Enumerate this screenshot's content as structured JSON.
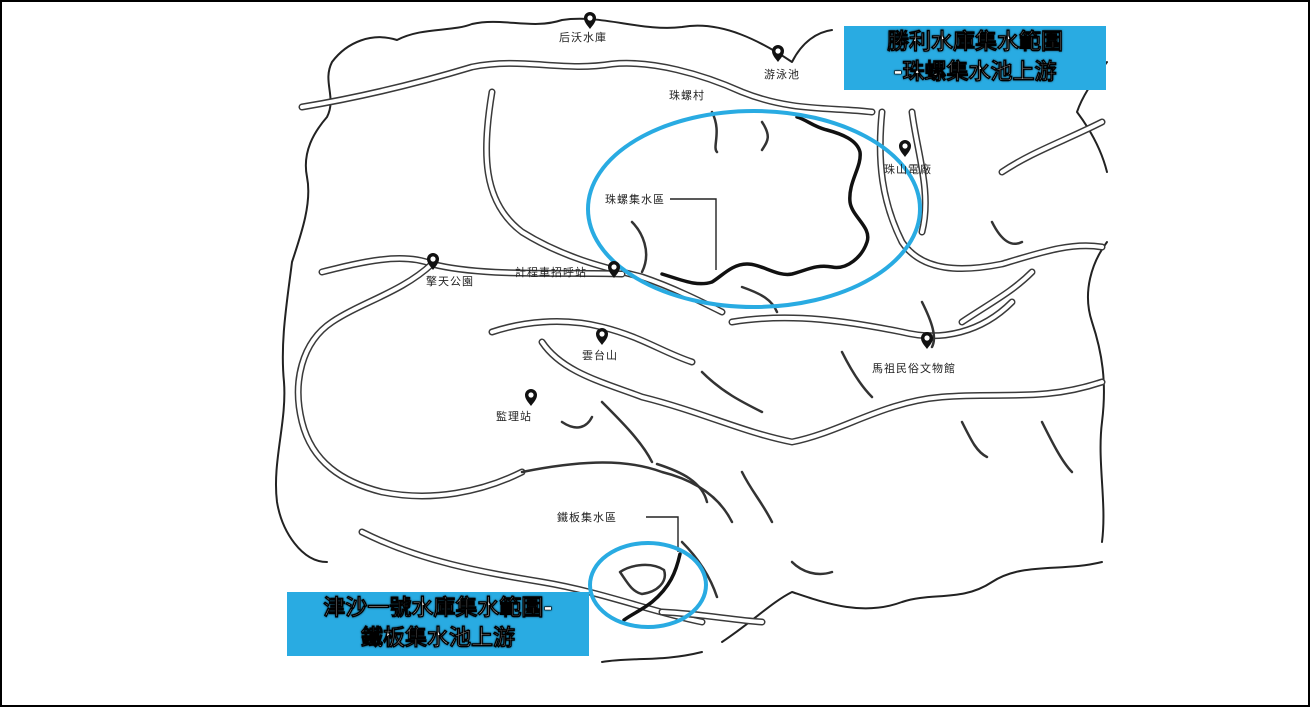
{
  "callouts": {
    "north": {
      "line1": "勝利水庫集水範圍",
      "line2": "-珠螺集水池上游"
    },
    "south": {
      "line1": "津沙一號水庫集水範圍-",
      "line2": "鐵板集水池上游"
    }
  },
  "places": {
    "houwo": "后沃水庫",
    "pool": "游泳池",
    "zhuluo_village": "珠螺村",
    "zhuluo_catchment": "珠螺集水區",
    "zhushan_power": "珠山電廠",
    "qintian_park": "擎天公園",
    "taxi_station": "計程車招呼站",
    "yuntai": "雲台山",
    "mazu_museum": "馬祖民俗文物館",
    "jianli_station": "監理站",
    "tieban_catchment": "鐵板集水區"
  },
  "colors": {
    "highlight_ring": "#29abe2",
    "callout_fill": "#29abe2",
    "road_outline": "#3a3a3a",
    "catchment_boundary": "#111111"
  },
  "icons": {
    "poi": "map-pin-icon"
  }
}
